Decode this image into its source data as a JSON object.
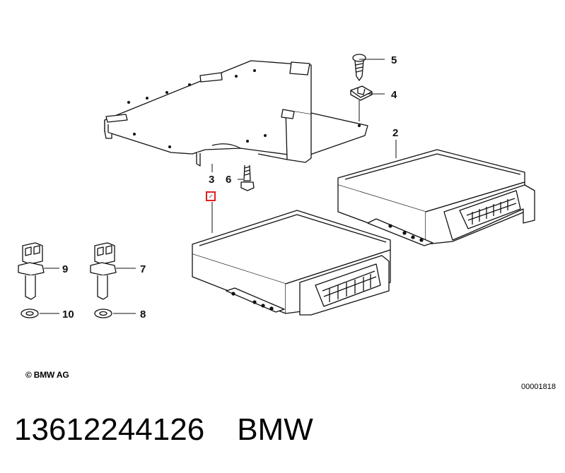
{
  "callouts": {
    "c2": "2",
    "c3": "3",
    "c4": "4",
    "c5": "5",
    "c6": "6",
    "c7": "7",
    "c8": "8",
    "c9": "9",
    "c10": "10"
  },
  "copyright": "© BMW AG",
  "diagram_id": "00001818",
  "part_number": "13612244126",
  "brand": "BMW",
  "highlight_color": "#e0201b"
}
